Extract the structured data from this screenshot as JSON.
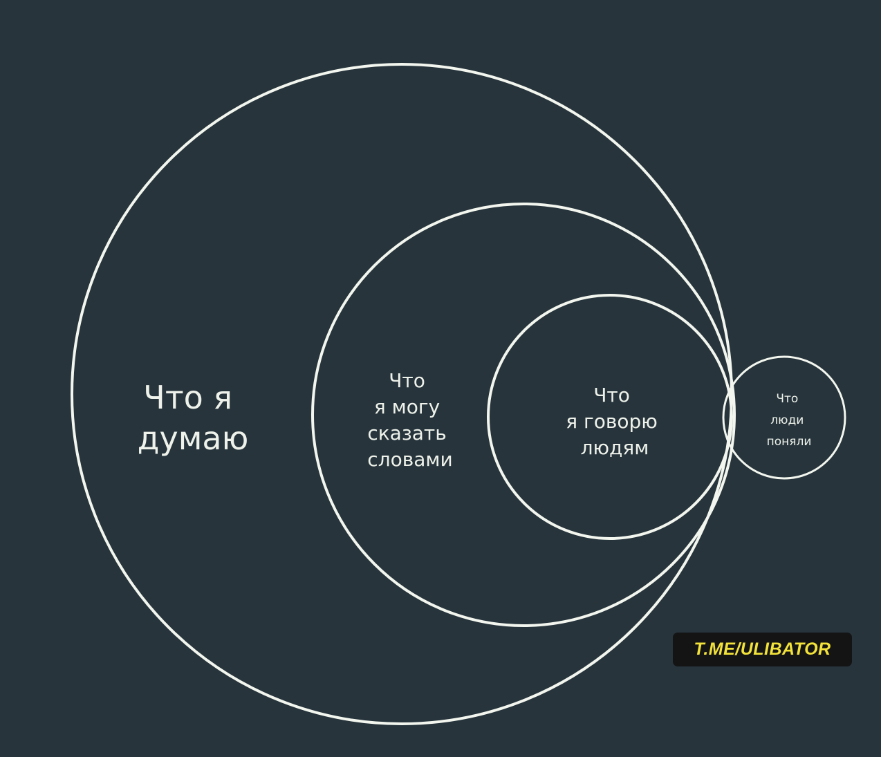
{
  "colors": {
    "background": "#27343c",
    "stroke": "#f2f6ee",
    "text": "#eef2ea",
    "watermark_bg": "#141414",
    "watermark_text": "#f2e23a"
  },
  "circles": [
    {
      "id": "think",
      "lines": [
        "Что я",
        "думаю"
      ]
    },
    {
      "id": "say-words",
      "lines": [
        "Что",
        "я могу",
        "сказать",
        "словами"
      ]
    },
    {
      "id": "tell-people",
      "lines": [
        "Что",
        "я говорю",
        "людям"
      ]
    },
    {
      "id": "understood",
      "lines": [
        "Что",
        "люди",
        "поняли"
      ]
    }
  ],
  "watermark": "T.ME/ULIBATOR"
}
